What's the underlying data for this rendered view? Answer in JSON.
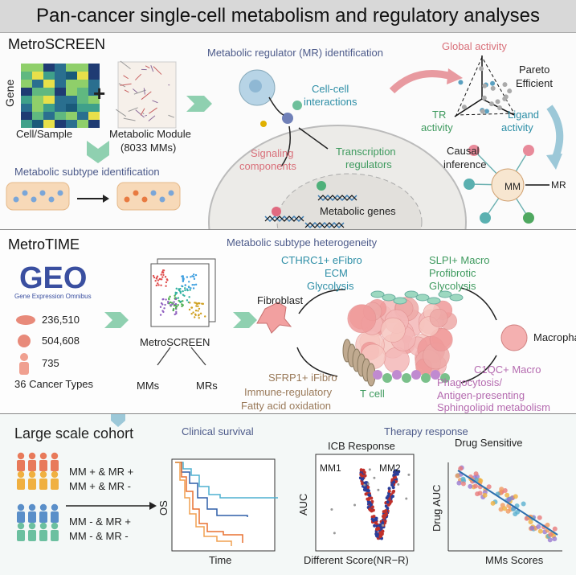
{
  "title": "Pan-cancer single-cell metabolism and regulatory analyses",
  "metroscreen": {
    "header": "MetroSCREEN",
    "gene_label": "Gene",
    "plus": "+",
    "cell_sample": "Cell/Sample",
    "module_label": "Metabolic Module",
    "module_count": "(8033 MMs)",
    "subtype_id": "Metabolic subtype identification",
    "mr_id": "Metabolic regulator (MR) identification",
    "cell_cell": "Cell-cell",
    "interactions": "interactions",
    "signaling": "Signaling",
    "components": "components",
    "transcription": "Transcription",
    "regulators": "regulators",
    "metabolic_genes": "Metabolic genes",
    "global_activity": "Global activity",
    "pareto": "Pareto",
    "efficient": "Efficient",
    "tr": "TR",
    "tr_activity": "activity",
    "ligand": "Ligand",
    "ligand_activity": "activity",
    "causal": "Causal",
    "inference": "inference",
    "mm": "MM",
    "mr": "MR"
  },
  "metrotime": {
    "header": "MetroTIME",
    "geo": "GEO",
    "geo_sub": "Gene Expression Omnibus",
    "count1": "236,510",
    "count2": "504,608",
    "count3": "735",
    "cancer_types": "36 Cancer Types",
    "metroscreen": "MetroSCREEN",
    "mms": "MMs",
    "mrs": "MRs",
    "heterogeneity": "Metabolic subtype heterogeneity",
    "fibroblast": "Fibroblast",
    "cthrc1": "CTHRC1+ eFibro",
    "ecm": "ECM",
    "glyco1": "Glycolysis",
    "slpi": "SLPI+ Macro",
    "profibrotic": "Profibrotic",
    "glyco2": "Glycolysis",
    "macrophage": "Macrophage",
    "c1qc": "C1QC+ Macro",
    "phago": "Phagocytosis/",
    "antigen": "Antigen-presenting",
    "sphingo": "Sphingolipid metabolism",
    "sfrp1": "SFRP1+ iFibro",
    "immune_reg": "Immune-regulatory",
    "fatty": "Fatty acid oxidation",
    "tcell": "T cell"
  },
  "cohort": {
    "header": "Large scale cohort",
    "g1a": "MM + & MR +",
    "g1b": "MM + & MR -",
    "g2a": "MM - & MR +",
    "g2b": "MM - & MR -",
    "clinical": "Clinical survival",
    "os": "OS",
    "time": "Time",
    "therapy": "Therapy response",
    "icb": "ICB Response",
    "auc": "AUC",
    "mm1": "MM1",
    "mm2": "MM2",
    "diff_score": "Different Score(NR−R)",
    "drug_sens": "Drug Sensitive",
    "drug_auc": "Drug AUC",
    "mms_scores": "MMs Scores"
  },
  "colors": {
    "teal": "#2d8ea6",
    "green": "#3e9a5e",
    "pink": "#d9707a",
    "arrow_green": "#8fd0b0",
    "person_red": "#e87a5a",
    "person_yellow": "#f0b040",
    "person_blue": "#5a8fc9",
    "person_green": "#6cc0a0"
  }
}
